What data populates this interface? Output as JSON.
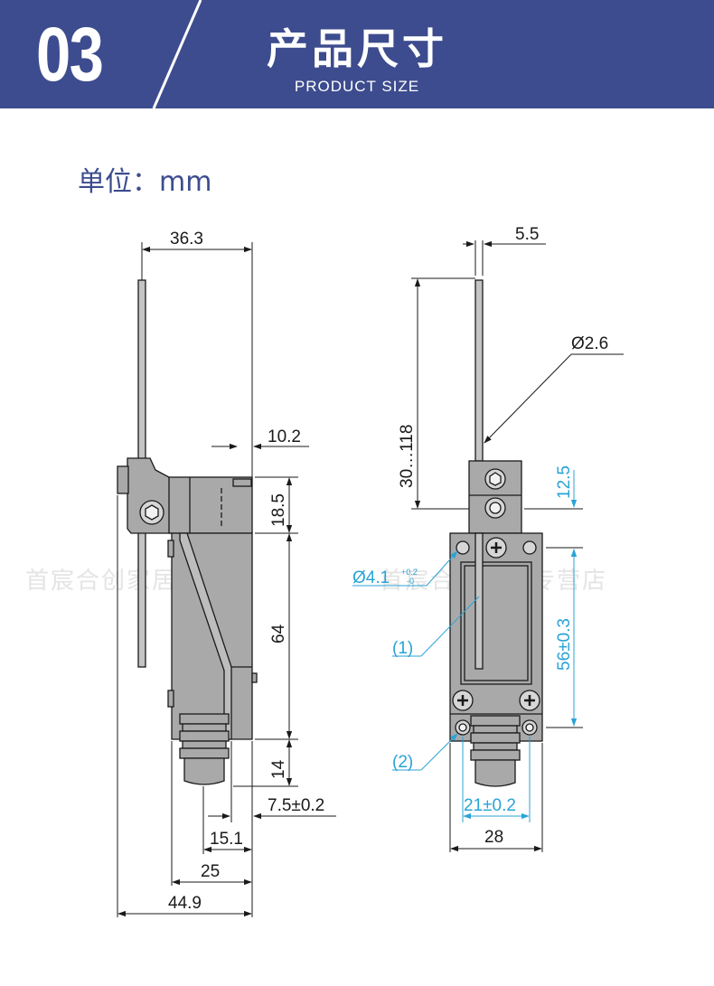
{
  "header": {
    "number": "03",
    "title_cn": "产品尺寸",
    "title_en": "PRODUCT SIZE"
  },
  "unit_label": "单位：mm",
  "watermark": {
    "left": "首宸合创家居专营店",
    "right": "首宸合创家居专营店"
  },
  "colors": {
    "brand_blue": "#3d4c8e",
    "dim_cyan": "#29a3d6",
    "line": "#1a1a1a",
    "body_gray": "#a9a9a9"
  },
  "side_view": {
    "dims": {
      "top_width": "36.3",
      "offset": "10.2",
      "head_height": "18.5",
      "body_height": "64",
      "boot_height": "14",
      "boot_offset": "7.5±0.2",
      "plunger_width": "15.1",
      "body_width": "25",
      "overall_width": "44.9"
    }
  },
  "front_view": {
    "dims": {
      "rod_width": "5.5",
      "rod_diameter": "Ø2.6",
      "rod_length": "30…118",
      "head_offset": "12.5",
      "hole_diameter": "Ø4.1",
      "hole_tol_plus": "+0.2",
      "hole_tol_minus": "-0",
      "label_1": "(1)",
      "label_2": "(2)",
      "mount_height": "56±0.3",
      "mount_spacing": "21±0.2",
      "body_width": "28"
    }
  }
}
